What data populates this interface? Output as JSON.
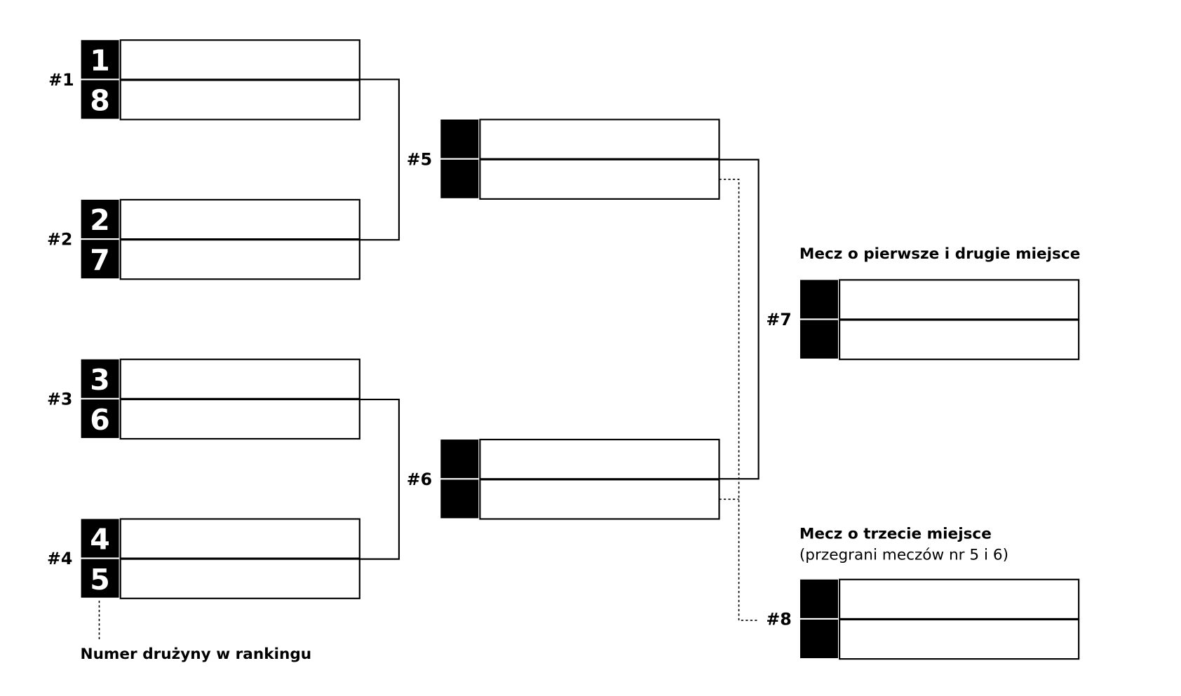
{
  "matches": [
    {
      "label": "#1",
      "seeds": [
        "1",
        "8"
      ],
      "teams": [
        "",
        ""
      ]
    },
    {
      "label": "#2",
      "seeds": [
        "2",
        "7"
      ],
      "teams": [
        "",
        ""
      ]
    },
    {
      "label": "#3",
      "seeds": [
        "3",
        "6"
      ],
      "teams": [
        "",
        ""
      ]
    },
    {
      "label": "#4",
      "seeds": [
        "4",
        "5"
      ],
      "teams": [
        "",
        ""
      ]
    },
    {
      "label": "#5",
      "seeds": [
        "",
        ""
      ],
      "teams": [
        "",
        ""
      ]
    },
    {
      "label": "#6",
      "seeds": [
        "",
        ""
      ],
      "teams": [
        "",
        ""
      ]
    },
    {
      "label": "#7",
      "seeds": [
        "",
        ""
      ],
      "teams": [
        "",
        ""
      ]
    },
    {
      "label": "#8",
      "seeds": [
        "",
        ""
      ],
      "teams": [
        "",
        ""
      ]
    }
  ],
  "final_title": "Mecz o pierwsze i drugie miejsce",
  "third_title": "Mecz o trzecie miejsce",
  "third_subtitle": "(przegrani meczów nr 5 i 6)",
  "seed_legend": "Numer drużyny w rankingu"
}
